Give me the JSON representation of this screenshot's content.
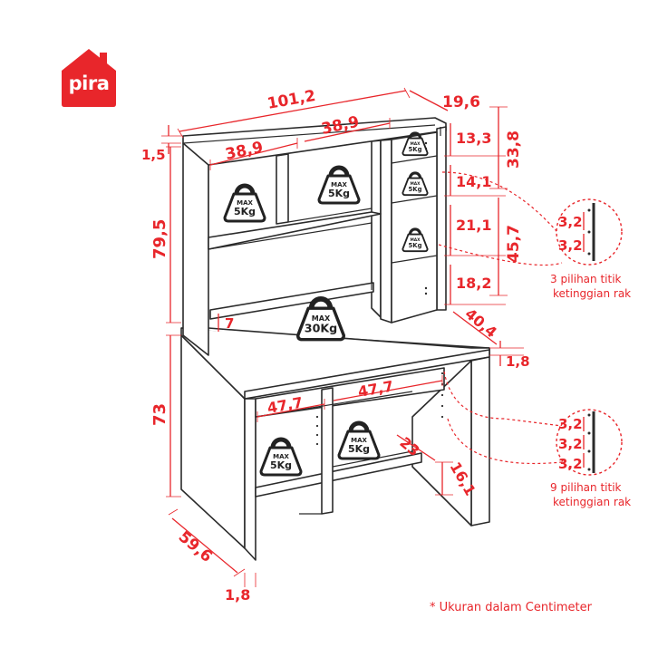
{
  "brand": {
    "logo_text": "pira",
    "color": "#e8262b"
  },
  "colors": {
    "accent": "#e8262b",
    "line": "#2b2b2b"
  },
  "dimensions": {
    "total_width": "101,2",
    "hutch_depth": "19,6",
    "top_thickness": "1,5",
    "shelf_left": "38,9",
    "shelf_mid": "38,9",
    "side_h1": "13,3",
    "side_h2": "14,1",
    "side_h3": "21,1",
    "side_h4": "18,2",
    "side_upper": "33,8",
    "side_lower": "45,7",
    "hutch_height": "79,5",
    "gap_small": "7",
    "desk_depth": "40,4",
    "desk_top": "1,8",
    "desk_height": "73",
    "lower_left": "47,7",
    "lower_right": "47,7",
    "lower_depth": "23",
    "lower_height": "16,1",
    "base_depth": "59,6",
    "base_thickness": "1,8"
  },
  "weights": {
    "max": "MAX",
    "w5": "5Kg",
    "w30": "30Kg"
  },
  "callouts": {
    "upper": {
      "v1": "3,2",
      "v2": "3,2",
      "caption_line1": "3 pilihan titik",
      "caption_line2": "ketinggian rak"
    },
    "lower": {
      "v1": "3,2",
      "v2": "3,2",
      "v3": "3,2",
      "caption_line1": "9 pilihan titik",
      "caption_line2": "ketinggian rak"
    }
  },
  "footnote": "* Ukuran dalam Centimeter"
}
